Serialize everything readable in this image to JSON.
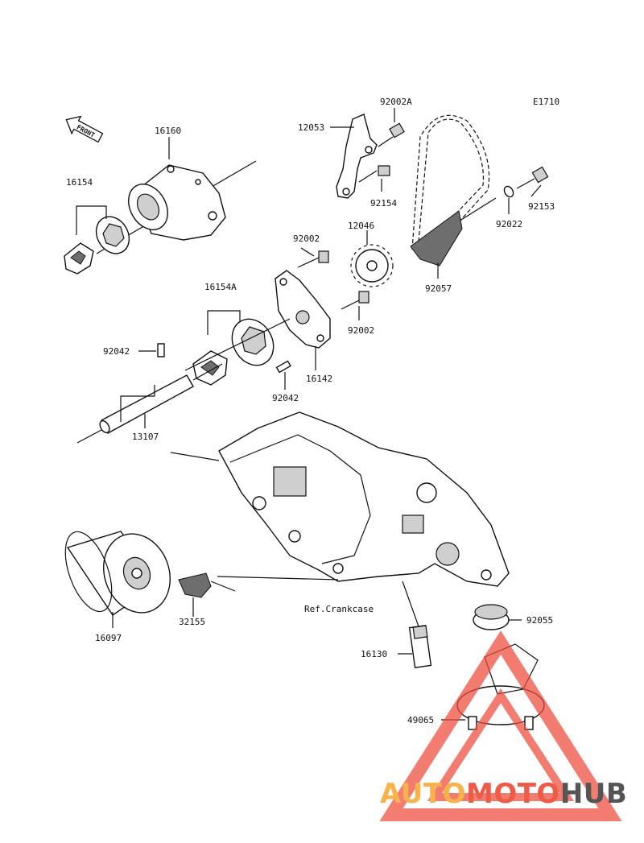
{
  "diagram": {
    "code": "E1710",
    "front_label": "FRONT",
    "labels": {
      "p16160": "16160",
      "p16154": "16154",
      "p12053": "12053",
      "p92002A": "92002A",
      "p92154": "92154",
      "p12046": "12046",
      "p92002_top": "92002",
      "p92022": "92022",
      "p92153": "92153",
      "p92057": "92057",
      "p92002_mid": "92002",
      "p16154A": "16154A",
      "p92042_left": "92042",
      "p16142": "16142",
      "p92042_bottom": "92042",
      "p13107": "13107",
      "ref_crankcase": "Ref.Crankcase",
      "p92055": "92055",
      "p16097": "16097",
      "p32155": "32155",
      "p16130": "16130",
      "p49065": "49065"
    }
  },
  "watermark": {
    "part1": "AUTO",
    "part2": "MOTO",
    "part3": "HUB",
    "colors": {
      "auto": "#f7b24a",
      "moto": "#ee5b46",
      "hub": "#555555",
      "triangle": "#ee4b3a"
    }
  }
}
